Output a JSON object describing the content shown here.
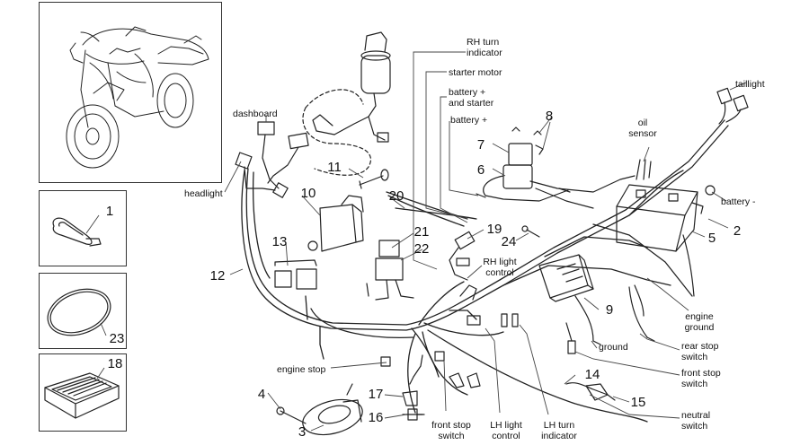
{
  "callouts": {
    "n1": "1",
    "n2": "2",
    "n3": "3",
    "n4": "4",
    "n5": "5",
    "n6": "6",
    "n7": "7",
    "n8": "8",
    "n9": "9",
    "n10": "10",
    "n11": "11",
    "n12": "12",
    "n13": "13",
    "n14": "14",
    "n15": "15",
    "n16": "16",
    "n17": "17",
    "n18": "18",
    "n19": "19",
    "n20": "20",
    "n21": "21",
    "n22": "22",
    "n23": "23",
    "n24": "24"
  },
  "labels": {
    "rh_turn_indicator": "RH turn\nindicator",
    "starter_motor": "starter motor",
    "battery_plus_starter": "battery +\nand starter",
    "battery_plus": "battery +",
    "taillight": "taillight",
    "oil_sensor": "oil\nsensor",
    "battery_minus": "battery -",
    "dashboard": "dashboard",
    "headlight": "headlight",
    "rh_light_control": "RH light\ncontrol",
    "engine_ground": "engine\nground",
    "ground": "ground",
    "rear_stop_switch": "rear stop\nswitch",
    "front_stop_switch_right": "front stop\nswitch",
    "neutral_switch": "neutral\nswitch",
    "engine_stop": "engine stop",
    "front_stop_switch_bottom": "front stop\nswitch",
    "lh_light_control": "LH light\ncontrol",
    "lh_turn_indicator": "LH turn\nindicator"
  }
}
